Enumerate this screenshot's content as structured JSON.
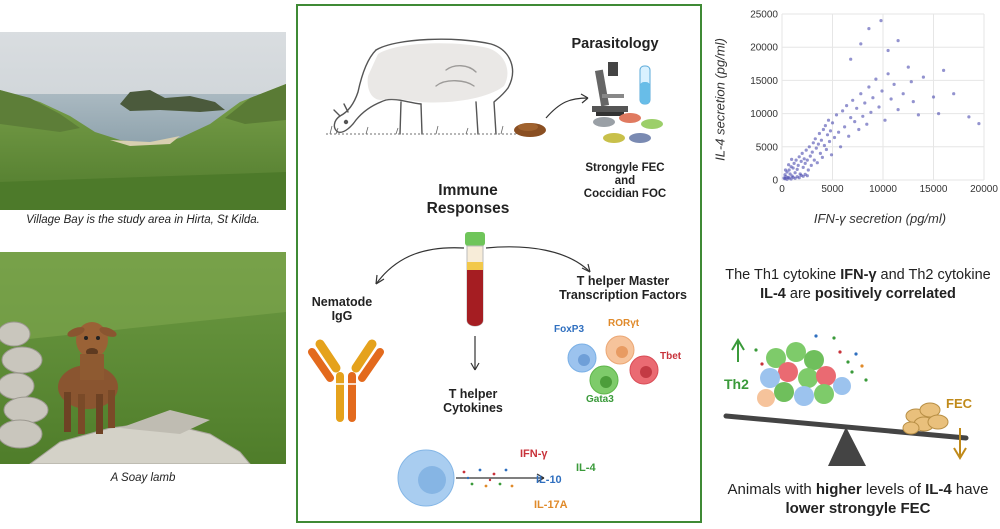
{
  "left": {
    "photo1_caption": "Village Bay is the study area in Hirta, St Kilda.",
    "photo2_caption": "A Soay lamb"
  },
  "center": {
    "parasitology_title": "Parasitology",
    "fec_line1": "Strongyle FEC",
    "fec_line2": "and",
    "fec_line3": "Coccidian FOC",
    "immune_line1": "Immune",
    "immune_line2": "Responses",
    "igg_line1": "Nematode",
    "igg_line2": "IgG",
    "th_line1": "T helper Master",
    "th_line2": "Transcription Factors",
    "tf_labels": {
      "foxp3": "FoxP3",
      "roryt": "RORγt",
      "tbet": "Tbet",
      "gata3": "Gata3"
    },
    "cyto_line1": "T helper",
    "cyto_line2": "Cytokines",
    "cytokines": {
      "ifng": "IFN-γ",
      "il4": "IL-4",
      "il10": "IL-10",
      "il17a": "IL-17A"
    }
  },
  "colors": {
    "panel_border": "#3f8a35",
    "foxp3": "#2f6fbf",
    "roryt": "#e08a2a",
    "tbet": "#c8323a",
    "gata3": "#3a9a3a",
    "ifng": "#c8323a",
    "il4": "#3a9a3a",
    "il10": "#2f6fbf",
    "il17a": "#e08a2a",
    "scatter_point": "#3a3aa8",
    "th2": "#3a9a3a",
    "fec": "#c08a1a"
  },
  "chart_data": {
    "type": "scatter",
    "xlabel": "IFN-γ secretion (pg/ml)",
    "ylabel": "IL-4 secretion (pg/ml)",
    "xlim": [
      0,
      20000
    ],
    "ylim": [
      0,
      25000
    ],
    "xticks": [
      0,
      5000,
      10000,
      15000,
      20000
    ],
    "yticks": [
      0,
      5000,
      10000,
      15000,
      20000,
      25000
    ],
    "grid": true,
    "points": [
      [
        200,
        300
      ],
      [
        300,
        800
      ],
      [
        400,
        500
      ],
      [
        500,
        1200
      ],
      [
        600,
        400
      ],
      [
        700,
        1500
      ],
      [
        800,
        900
      ],
      [
        900,
        2000
      ],
      [
        1000,
        600
      ],
      [
        1100,
        1800
      ],
      [
        1200,
        2500
      ],
      [
        1300,
        1100
      ],
      [
        1400,
        3000
      ],
      [
        1500,
        1600
      ],
      [
        1600,
        2200
      ],
      [
        1700,
        3500
      ],
      [
        1800,
        900
      ],
      [
        1900,
        2800
      ],
      [
        2000,
        4000
      ],
      [
        2100,
        1900
      ],
      [
        2200,
        3200
      ],
      [
        2300,
        2500
      ],
      [
        2400,
        4500
      ],
      [
        2500,
        3000
      ],
      [
        2600,
        1500
      ],
      [
        2700,
        5000
      ],
      [
        2800,
        3600
      ],
      [
        2900,
        2200
      ],
      [
        3000,
        4200
      ],
      [
        3100,
        5600
      ],
      [
        3200,
        3000
      ],
      [
        3300,
        6200
      ],
      [
        3400,
        4800
      ],
      [
        3500,
        2600
      ],
      [
        3600,
        5400
      ],
      [
        3700,
        7000
      ],
      [
        3800,
        4000
      ],
      [
        3900,
        6000
      ],
      [
        4000,
        3400
      ],
      [
        4100,
        7600
      ],
      [
        4200,
        5200
      ],
      [
        4300,
        8200
      ],
      [
        4400,
        4600
      ],
      [
        4500,
        6800
      ],
      [
        4600,
        9000
      ],
      [
        4700,
        5800
      ],
      [
        4800,
        7400
      ],
      [
        4900,
        3800
      ],
      [
        5000,
        8600
      ],
      [
        5200,
        6400
      ],
      [
        5400,
        9800
      ],
      [
        5600,
        7200
      ],
      [
        5800,
        5000
      ],
      [
        6000,
        10400
      ],
      [
        6200,
        8000
      ],
      [
        6400,
        11200
      ],
      [
        6600,
        6600
      ],
      [
        6800,
        9400
      ],
      [
        7000,
        12000
      ],
      [
        7200,
        8800
      ],
      [
        7400,
        10800
      ],
      [
        7600,
        7600
      ],
      [
        7800,
        13000
      ],
      [
        8000,
        9600
      ],
      [
        8200,
        11600
      ],
      [
        8400,
        8400
      ],
      [
        8600,
        14000
      ],
      [
        8800,
        10200
      ],
      [
        9000,
        12400
      ],
      [
        9300,
        15200
      ],
      [
        9600,
        11000
      ],
      [
        9900,
        13400
      ],
      [
        10200,
        9000
      ],
      [
        10500,
        16000
      ],
      [
        10800,
        12200
      ],
      [
        11100,
        14400
      ],
      [
        11500,
        10600
      ],
      [
        12000,
        13000
      ],
      [
        12500,
        17000
      ],
      [
        13000,
        11800
      ],
      [
        13500,
        9800
      ],
      [
        14000,
        15500
      ],
      [
        15000,
        12500
      ],
      [
        15500,
        10000
      ],
      [
        16000,
        16500
      ],
      [
        17000,
        13000
      ],
      [
        18500,
        9500
      ],
      [
        19500,
        8500
      ],
      [
        9800,
        24000
      ],
      [
        8600,
        22800
      ],
      [
        7800,
        20500
      ],
      [
        10500,
        19500
      ],
      [
        11500,
        21000
      ],
      [
        6800,
        18200
      ],
      [
        12800,
        14800
      ],
      [
        300,
        200
      ],
      [
        500,
        100
      ],
      [
        700,
        300
      ],
      [
        900,
        150
      ],
      [
        1100,
        400
      ],
      [
        1300,
        250
      ],
      [
        1500,
        500
      ],
      [
        1700,
        350
      ],
      [
        1900,
        700
      ],
      [
        2100,
        550
      ],
      [
        2300,
        850
      ],
      [
        2500,
        650
      ],
      [
        350,
        1500
      ],
      [
        650,
        2300
      ],
      [
        950,
        3100
      ]
    ]
  },
  "right_text": {
    "corr_p1": "The Th1 cytokine ",
    "corr_b1": "IFN-γ",
    "corr_p2": " and Th2 cytokine ",
    "corr_b2": "IL-4",
    "corr_p3": " are ",
    "corr_b3": "positively correlated",
    "th2_label": "Th2",
    "fec_label": "FEC",
    "bottom_p1": "Animals with ",
    "bottom_b1": "higher",
    "bottom_p2": " levels of ",
    "bottom_b2": "IL-4",
    "bottom_p3": " have ",
    "bottom_b3": "lower strongyle FEC"
  }
}
